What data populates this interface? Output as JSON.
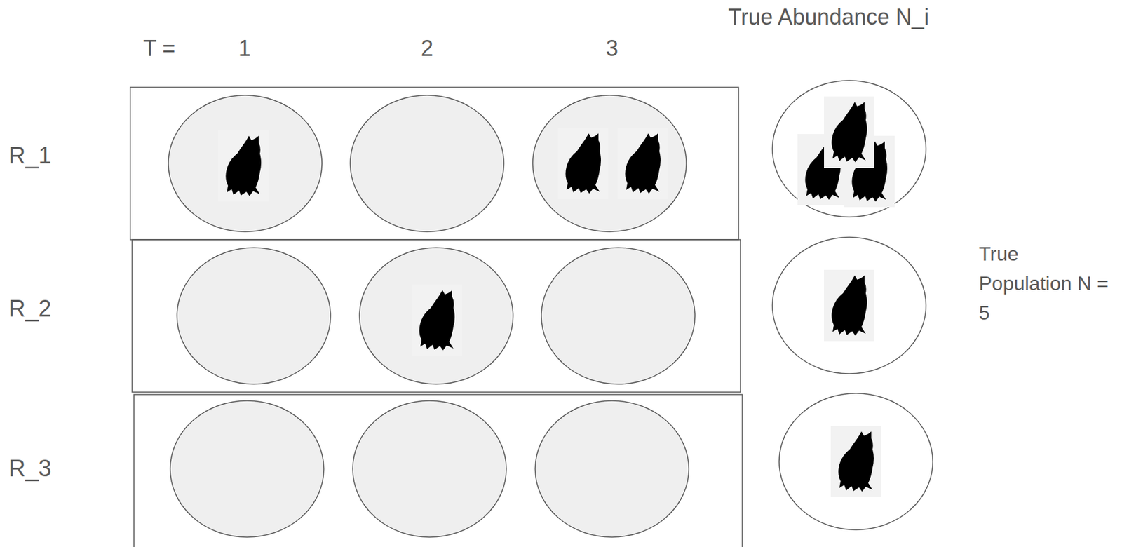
{
  "diagram": {
    "labels": [
      "T =",
      "1",
      "2",
      "3",
      "True Abundance N_i",
      "R_1",
      "R_2",
      "R_3",
      "True Population N = 5"
    ]
  }
}
